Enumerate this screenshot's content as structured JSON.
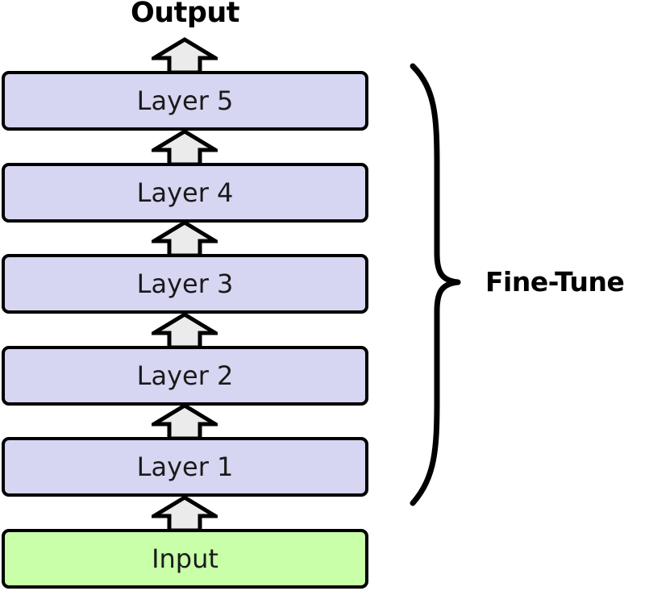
{
  "diagram": {
    "title_top": "Output",
    "annotation": {
      "label": "Fine-Tune",
      "brace_icon": "right-curly-brace-icon"
    },
    "colors": {
      "hidden_layer_fill": "#d6d6f2",
      "input_layer_fill": "#c8ffa8",
      "arrow_fill": "#ebebeb",
      "stroke": "#000000",
      "text": "#1a1a1a"
    },
    "layers": [
      {
        "label": "Layer 5",
        "kind": "hidden"
      },
      {
        "label": "Layer 4",
        "kind": "hidden"
      },
      {
        "label": "Layer 3",
        "kind": "hidden"
      },
      {
        "label": "Layer 2",
        "kind": "hidden"
      },
      {
        "label": "Layer 1",
        "kind": "hidden"
      },
      {
        "label": "Input",
        "kind": "input"
      }
    ],
    "arrows": [
      {
        "name": "arrow-to-output",
        "direction": "up"
      },
      {
        "name": "arrow-layer4-to-layer5",
        "direction": "up"
      },
      {
        "name": "arrow-layer3-to-layer4",
        "direction": "up"
      },
      {
        "name": "arrow-layer2-to-layer3",
        "direction": "up"
      },
      {
        "name": "arrow-layer1-to-layer2",
        "direction": "up"
      },
      {
        "name": "arrow-input-to-layer1",
        "direction": "up"
      }
    ]
  }
}
